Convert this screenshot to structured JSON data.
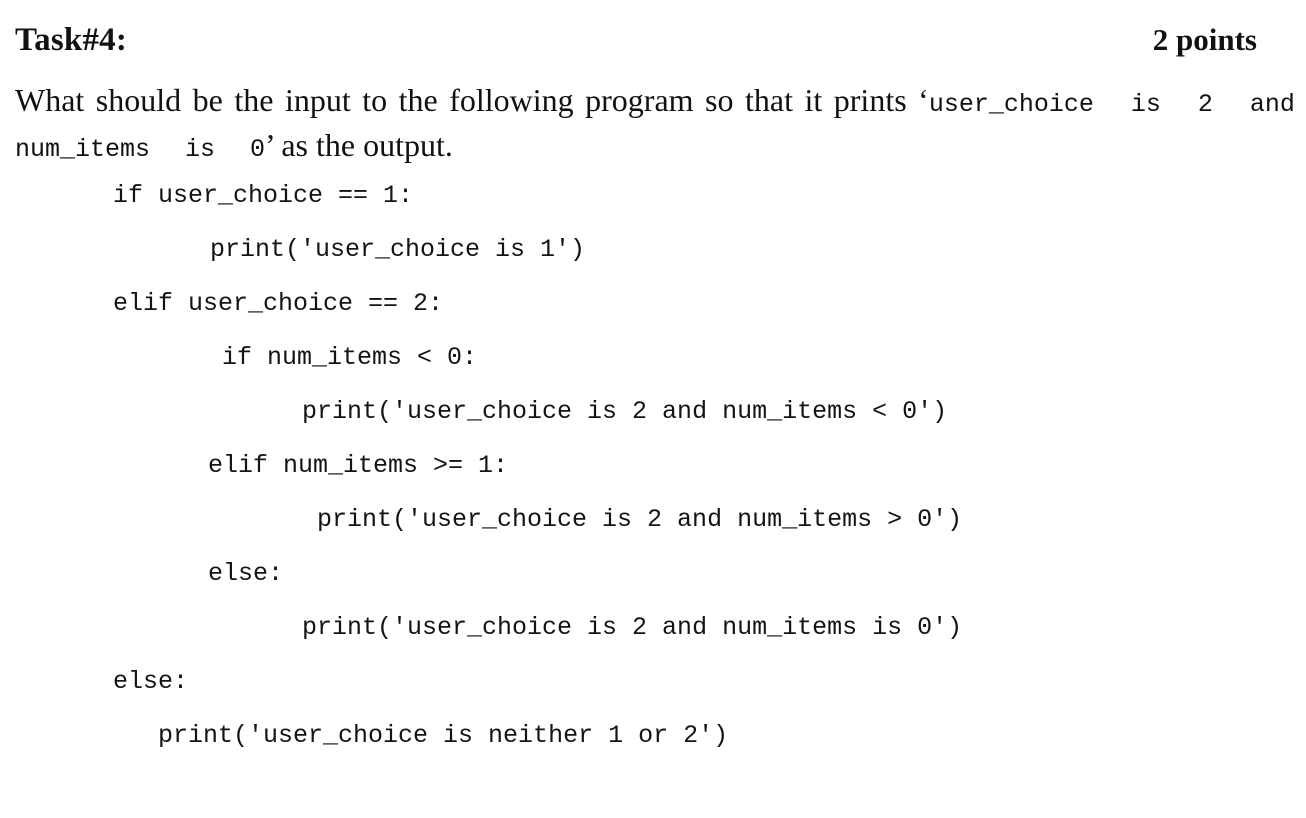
{
  "header": {
    "title": "Task#4:",
    "points": "2 points"
  },
  "question": {
    "line1_text": "What should be the input to the following program so that it prints ",
    "line1_open_quote": "‘",
    "line1_code": "user_choice is 2 and",
    "line2_code": "num_items is 0",
    "line2_close_quote": "’",
    "line2_text": " as the output."
  },
  "code": {
    "language": "python",
    "lines": [
      {
        "indent": 113,
        "text": "if user_choice == 1:"
      },
      {
        "indent": 210,
        "text": "print('user_choice is 1')"
      },
      {
        "indent": 113,
        "text": "elif user_choice == 2:"
      },
      {
        "indent": 222,
        "text": "if num_items < 0:"
      },
      {
        "indent": 302,
        "text": "print('user_choice is 2 and num_items < 0')"
      },
      {
        "indent": 208,
        "text": "elif num_items >= 1:"
      },
      {
        "indent": 317,
        "text": "print('user_choice is 2 and num_items > 0')"
      },
      {
        "indent": 208,
        "text": "else:"
      },
      {
        "indent": 302,
        "text": "print('user_choice is 2 and num_items is 0')"
      },
      {
        "indent": 113,
        "text": "else:"
      },
      {
        "indent": 158,
        "text": "print('user_choice is neither 1 or 2')"
      }
    ]
  },
  "colors": {
    "background": "#ffffff",
    "text": "#111111"
  }
}
